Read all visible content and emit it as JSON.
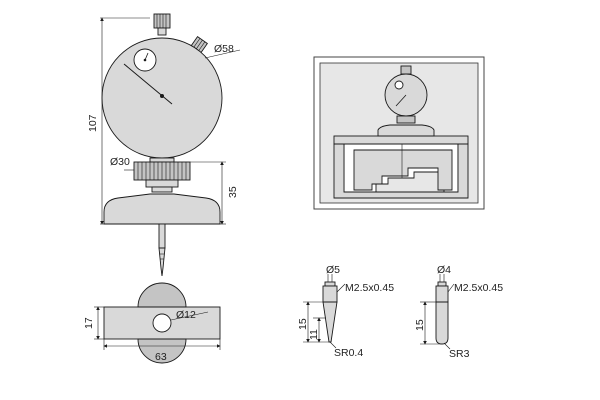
{
  "front_view": {
    "height_label": "107",
    "dial_dia_label": "Ø58",
    "stem_dia_label": "Ø30",
    "base_height_label": "35"
  },
  "bottom_view": {
    "width_label": "63",
    "height_label": "17",
    "hole_label": "Ø12"
  },
  "probe_a": {
    "dia_label": "Ø5",
    "thread_label": "M2.5x0.45",
    "length_label": "15",
    "tip_length_label": "11",
    "radius_label": "SR0.4"
  },
  "probe_b": {
    "dia_label": "Ø4",
    "thread_label": "M2.5x0.45",
    "length_label": "15",
    "radius_label": "SR3"
  }
}
